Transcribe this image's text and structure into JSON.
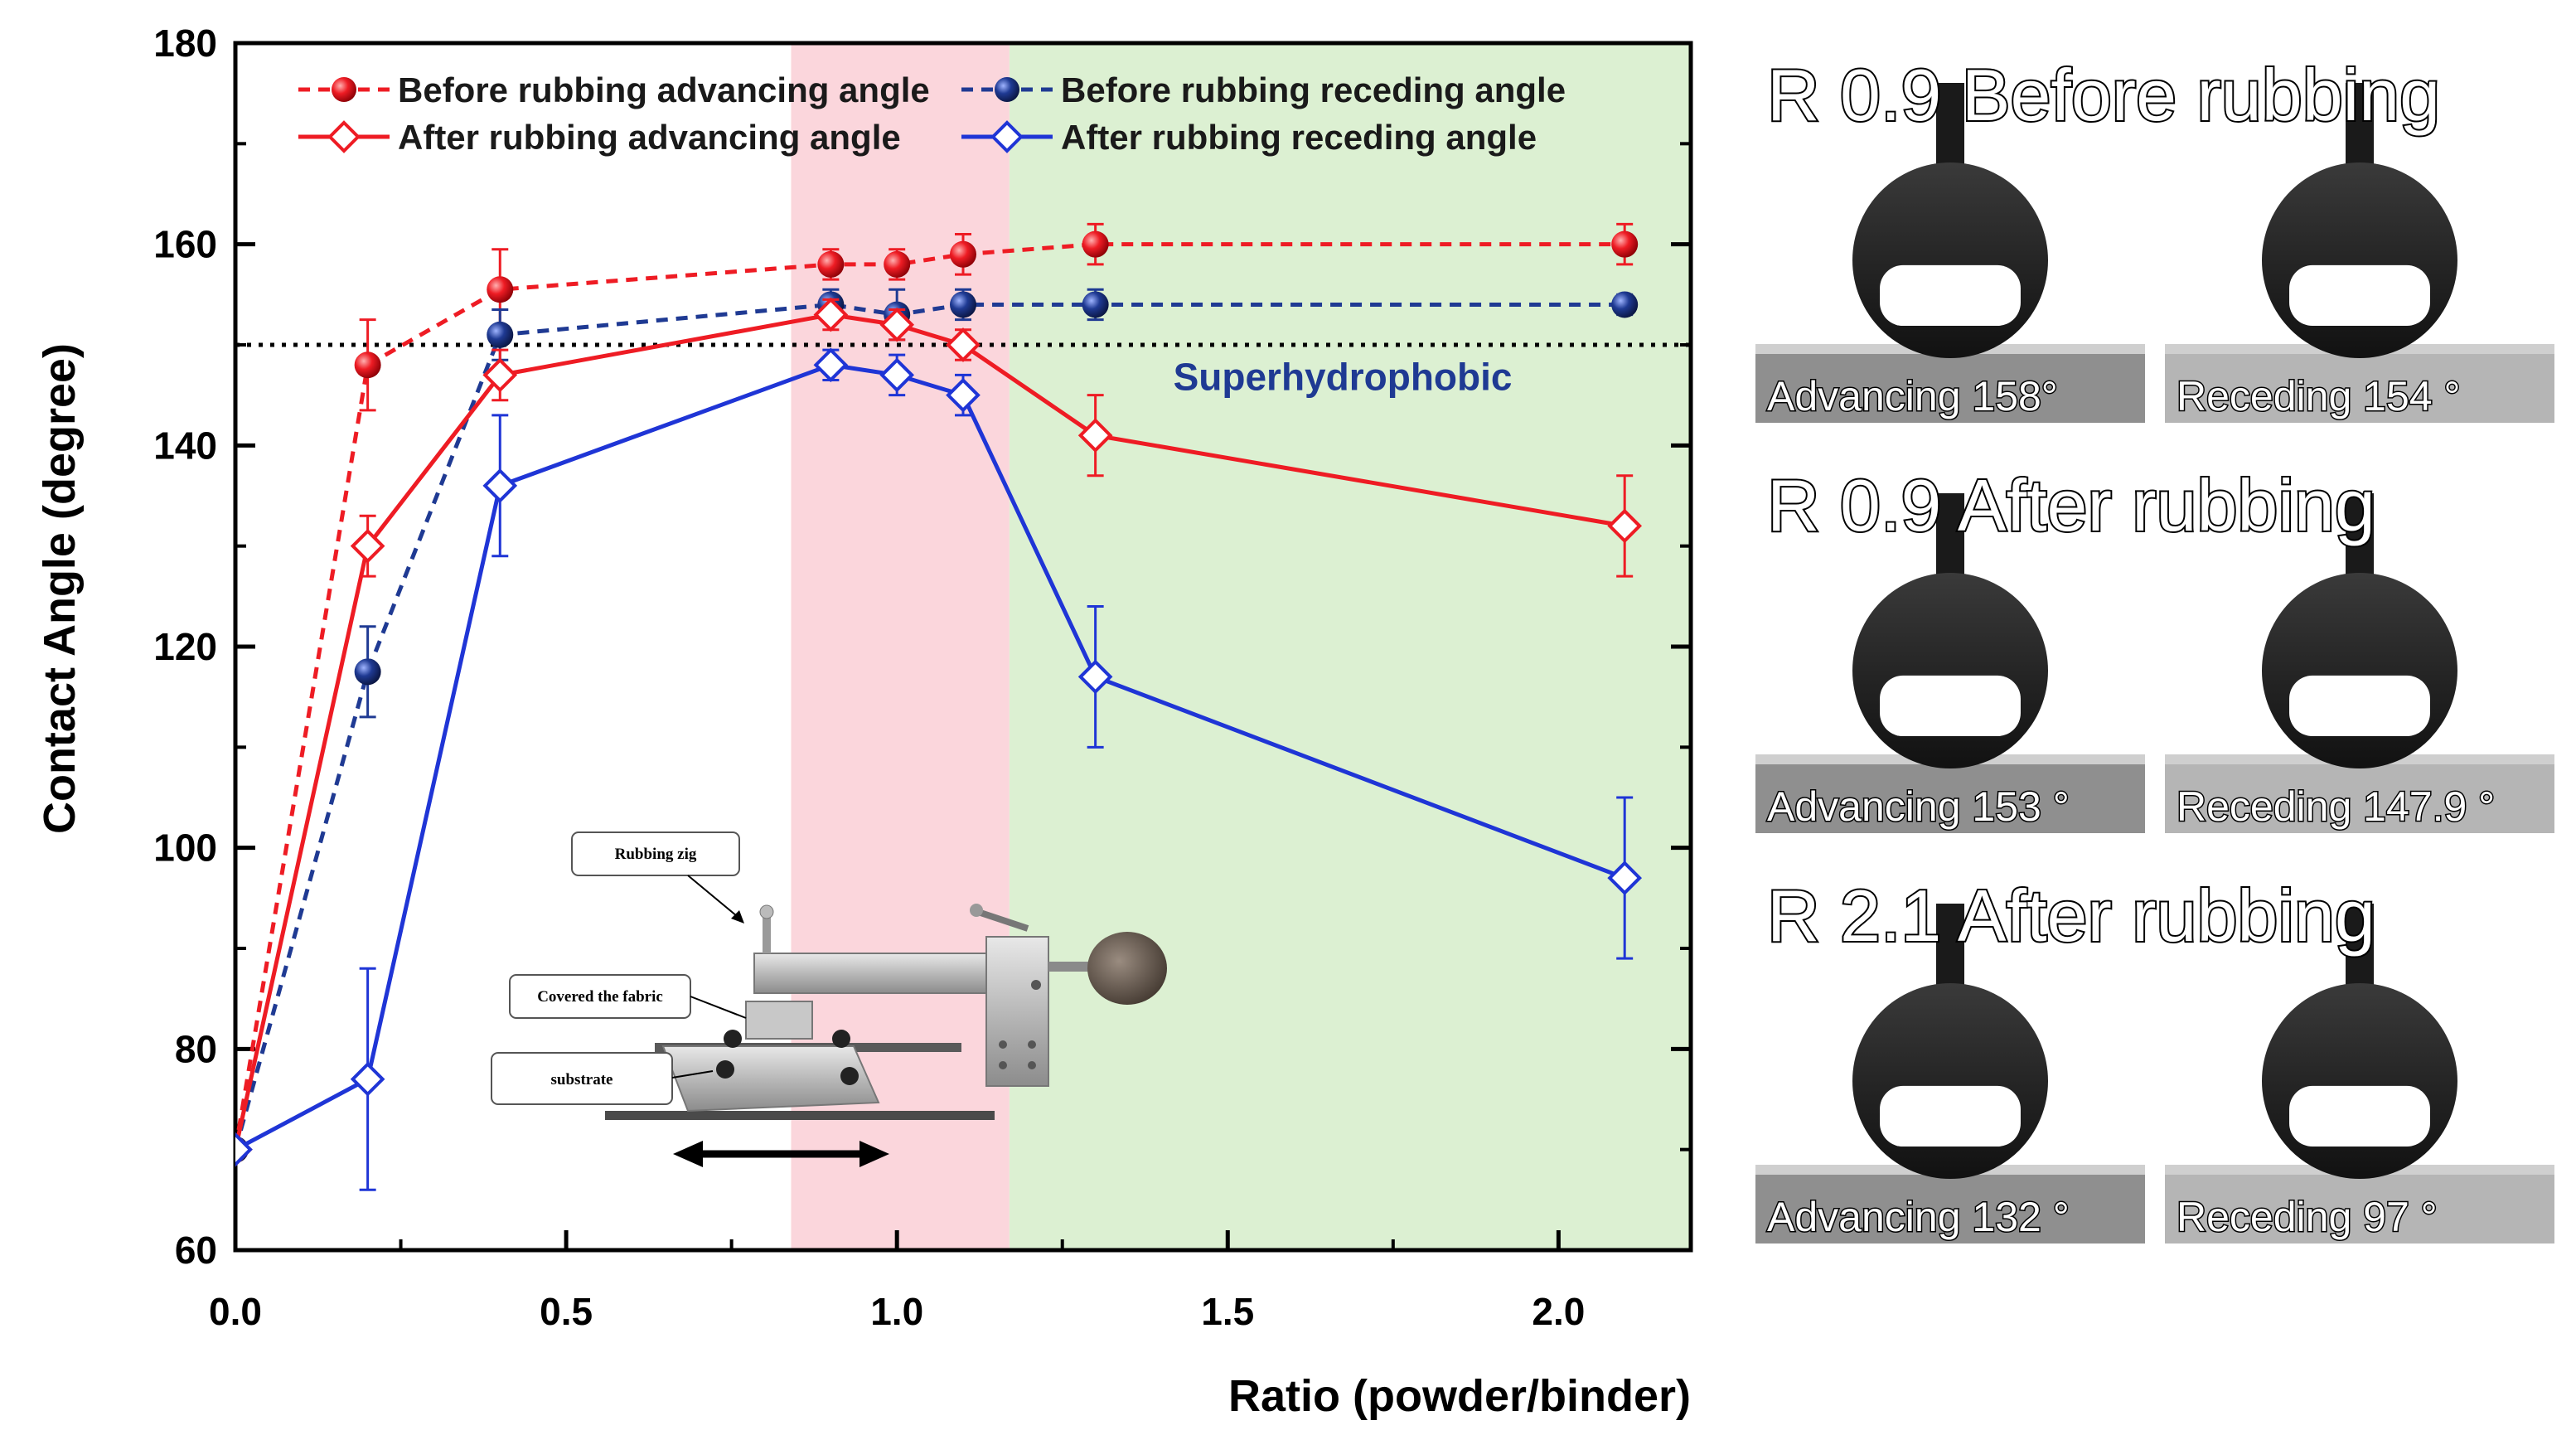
{
  "chart_data": {
    "type": "line",
    "xlabel": "Ratio (powder/binder)",
    "ylabel": "Contact Angle (degree)",
    "xlim": [
      0.0,
      2.2
    ],
    "ylim": [
      60,
      180
    ],
    "x_ticks": [
      "0.0",
      "0.5",
      "1.0",
      "1.5",
      "2.0"
    ],
    "y_ticks": [
      "60",
      "80",
      "100",
      "120",
      "140",
      "160",
      "180"
    ],
    "reference_line": {
      "y": 150,
      "style": "dotted",
      "label": "Superhydrophobic"
    },
    "shaded_regions": [
      {
        "x_start": 0.84,
        "x_end": 1.17,
        "color": "#fbd6dc"
      },
      {
        "x_start": 1.17,
        "x_end": 2.2,
        "color": "#dcf0d2"
      }
    ],
    "series": [
      {
        "name": "Before rubbing advancing angle",
        "color": "#ee1c24",
        "line": "dashed",
        "marker": "filled-circle",
        "x": [
          0.0,
          0.2,
          0.4,
          0.9,
          1.0,
          1.1,
          1.3,
          2.1
        ],
        "y": [
          70,
          148,
          155.5,
          158,
          158,
          159,
          160,
          160
        ],
        "err": [
          0,
          4.5,
          4,
          1.5,
          1.5,
          2,
          2,
          2
        ]
      },
      {
        "name": "Before rubbing receding angle",
        "color": "#1f3a93",
        "line": "dashed",
        "marker": "filled-circle",
        "x": [
          0.0,
          0.2,
          0.4,
          0.9,
          1.0,
          1.1,
          1.3,
          2.1
        ],
        "y": [
          70,
          117.5,
          151,
          154,
          153,
          154,
          154,
          154
        ],
        "err": [
          0,
          4.5,
          2.5,
          1.5,
          2.5,
          1.5,
          1.5,
          1
        ]
      },
      {
        "name": "After rubbing advancing angle",
        "color": "#ee1c24",
        "line": "solid",
        "marker": "open-diamond",
        "x": [
          0.0,
          0.2,
          0.4,
          0.9,
          1.0,
          1.1,
          1.3,
          2.1
        ],
        "y": [
          70,
          130,
          147,
          153,
          152,
          150,
          141,
          132
        ],
        "err": [
          0,
          3,
          2.5,
          1.5,
          1.5,
          1.5,
          4,
          5
        ]
      },
      {
        "name": "After rubbing receding angle",
        "color": "#1f35d6",
        "line": "solid",
        "marker": "open-diamond",
        "x": [
          0.0,
          0.2,
          0.4,
          0.9,
          1.0,
          1.1,
          1.3,
          2.1
        ],
        "y": [
          70,
          77,
          136,
          148,
          147,
          145,
          117,
          97
        ],
        "err": [
          0,
          11,
          7,
          1.5,
          2,
          2,
          7,
          8
        ]
      }
    ]
  },
  "inset": {
    "labels": [
      "Rubbing zig",
      "Covered the fabric",
      "substrate"
    ]
  },
  "panels": [
    {
      "title": "R 0.9 Before rubbing",
      "left_label": "Advancing 158°",
      "right_label": "Receding 154 °"
    },
    {
      "title": "R 0.9 After rubbing",
      "left_label": "Advancing 153 °",
      "right_label": "Receding 147.9 °"
    },
    {
      "title": "R 2.1 After rubbing",
      "left_label": "Advancing 132 °",
      "right_label": "Receding 97 °"
    }
  ]
}
